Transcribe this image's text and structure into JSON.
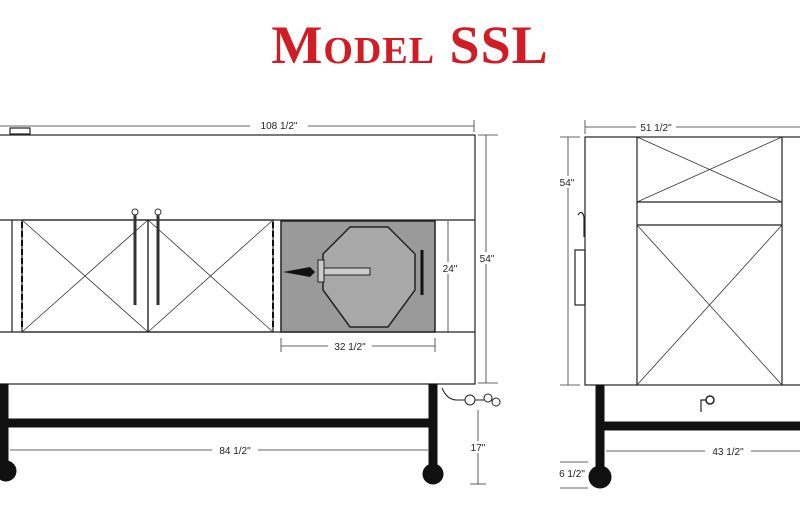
{
  "title": "Model SSL",
  "front_view": {
    "overall_width": "108 1/2\"",
    "overall_height": "54\"",
    "opening_height": "24\"",
    "opening_width": "32 1/2\"",
    "leg_span": "84 1/2\"",
    "leg_height": "17\"",
    "opening_fill": "#9a9a9a"
  },
  "side_view": {
    "overall_width": "51 1/2\"",
    "overall_height": "54\"",
    "leg_span": "43 1/2\"",
    "wheel_height": "6 1/2\""
  },
  "colors": {
    "title": "#d01c24",
    "lines": "#222222"
  }
}
